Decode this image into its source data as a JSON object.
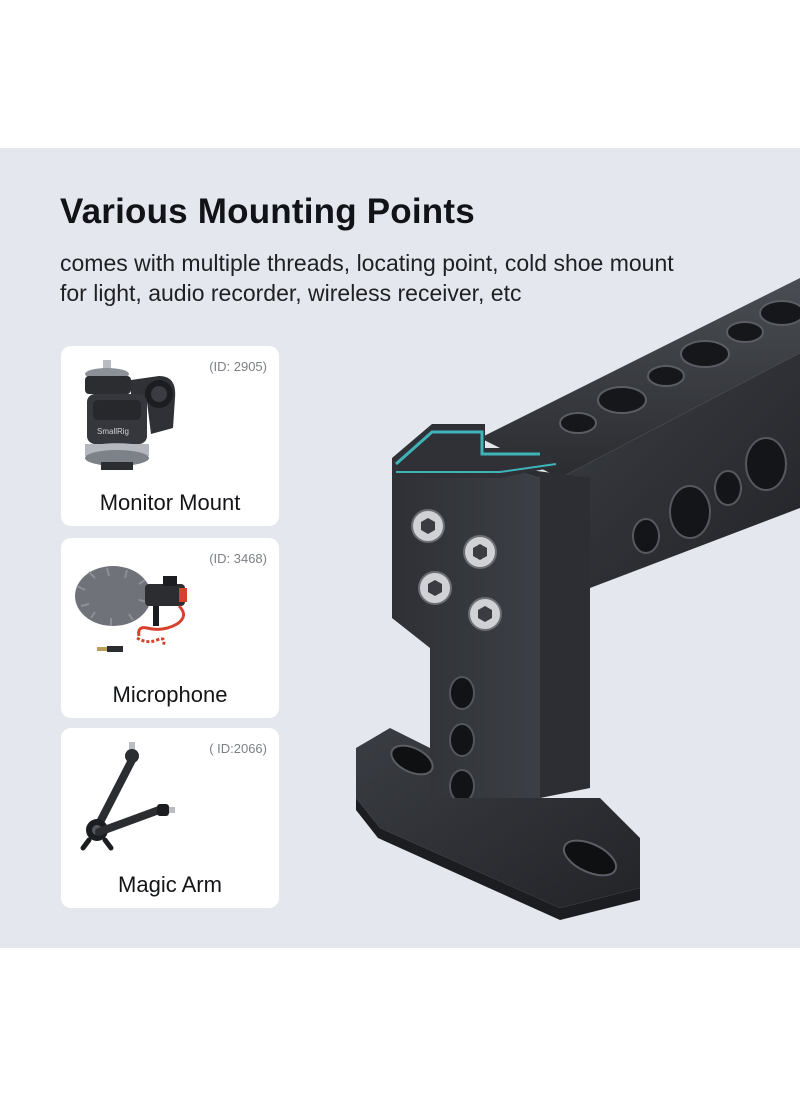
{
  "heading": {
    "title": "Various Mounting Points",
    "subtitle": "comes with multiple threads, locating point, cold shoe mount for light, audio recorder, wireless receiver, etc"
  },
  "cards": [
    {
      "id": "(ID: 2905)",
      "label": "Monitor Mount",
      "icon": "monitor-mount-icon",
      "brand_mark": "SmallRig"
    },
    {
      "id": "(ID: 3468)",
      "label": "Microphone",
      "icon": "microphone-icon"
    },
    {
      "id": "( ID:2066)",
      "label": "Magic Arm",
      "icon": "magic-arm-icon"
    }
  ],
  "colors": {
    "panel_background": "#e4e7ed",
    "card_background": "#ffffff",
    "metal": "#2b2d31",
    "cold_shoe_highlight": "#3fb3b8",
    "accent_red": "#d8402c"
  }
}
